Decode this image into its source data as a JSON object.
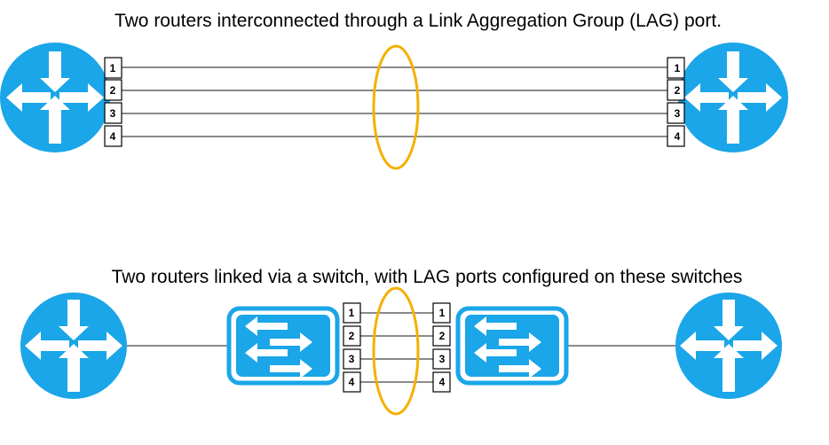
{
  "captions": {
    "top": "Two routers interconnected through a Link Aggregation Group (LAG) port.",
    "bottom": "Two routers linked via a switch, with LAG ports configured on these switches"
  },
  "ports": [
    "1",
    "2",
    "3",
    "4"
  ],
  "colors": {
    "device": "#1aa6e8",
    "lag_ring": "#f5b000",
    "link": "#444444"
  },
  "icons": {
    "router": "router-icon",
    "switch": "switch-icon"
  }
}
